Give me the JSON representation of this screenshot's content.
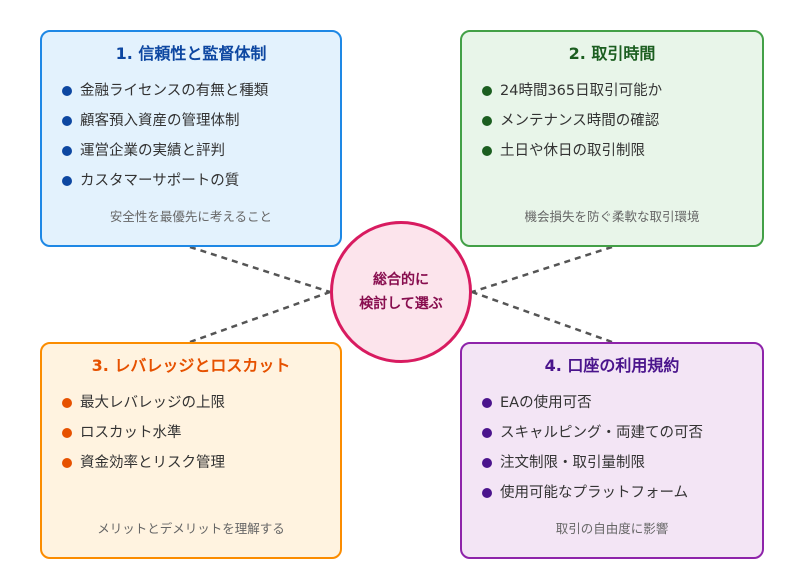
{
  "center": {
    "line1": "総合的に",
    "line2": "検討して選ぶ",
    "border_color": "#d81b60",
    "fill_color": "#fce4ec",
    "text_color": "#880e4f"
  },
  "boxes": [
    {
      "title": "1. 信頼性と監督体制",
      "title_color": "#0d47a1",
      "bullet_color": "#0d47a1",
      "items": [
        "金融ライセンスの有無と種類",
        "顧客預入資産の管理体制",
        "運営企業の実績と評判",
        "カスタマーサポートの質"
      ],
      "note": "安全性を最優先に考えること"
    },
    {
      "title": "2. 取引時間",
      "title_color": "#1b5e20",
      "bullet_color": "#1b5e20",
      "items": [
        "24時間365日取引可能か",
        "メンテナンス時間の確認",
        "土日や休日の取引制限"
      ],
      "note": "機会損失を防ぐ柔軟な取引環境"
    },
    {
      "title": "3. レバレッジとロスカット",
      "title_color": "#e65100",
      "bullet_color": "#e65100",
      "items": [
        "最大レバレッジの上限",
        "ロスカット水準",
        "資金効率とリスク管理"
      ],
      "note": "メリットとデメリットを理解する"
    },
    {
      "title": "4. 口座の利用規約",
      "title_color": "#4a148c",
      "bullet_color": "#4a148c",
      "items": [
        "EAの使用可否",
        "スキャルピング・両建ての可否",
        "注文制限・取引量制限",
        "使用可能なプラットフォーム"
      ],
      "note": "取引の自由度に影響"
    }
  ]
}
